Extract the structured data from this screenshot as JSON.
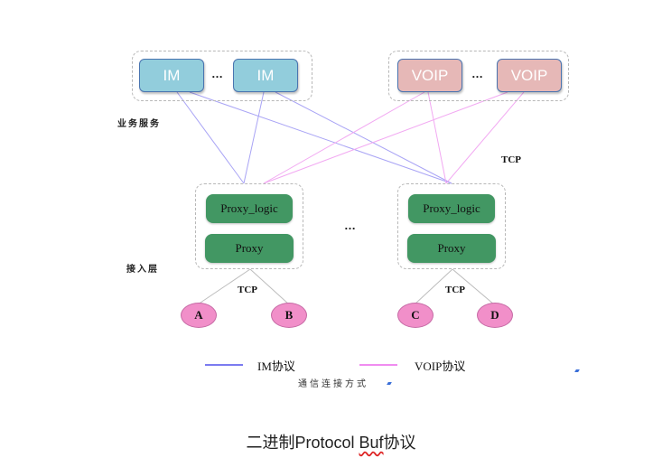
{
  "diagram": {
    "service_layer": {
      "label": "业务服务",
      "im_group": {
        "nodes": [
          "IM",
          "IM"
        ],
        "ellipsis": "…"
      },
      "voip_group": {
        "nodes": [
          "VOIP",
          "VOIP"
        ],
        "ellipsis": "…"
      }
    },
    "access_layer": {
      "label": "接入层",
      "proxy_groups": [
        {
          "logic_label": "Proxy_logic",
          "proxy_label": "Proxy"
        },
        {
          "logic_label": "Proxy_logic",
          "proxy_label": "Proxy"
        }
      ],
      "ellipsis": "…"
    },
    "clients": [
      {
        "label": "A",
        "group": 0
      },
      {
        "label": "B",
        "group": 0
      },
      {
        "label": "C",
        "group": 1
      },
      {
        "label": "D",
        "group": 1
      }
    ],
    "tcp_labels": {
      "upper": "TCP",
      "left_clients": "TCP",
      "right_clients": "TCP"
    },
    "connections": {
      "im": [
        {
          "from": "im-0",
          "to": "proxy-0"
        },
        {
          "from": "im-0",
          "to": "proxy-1"
        },
        {
          "from": "im-1",
          "to": "proxy-0"
        },
        {
          "from": "im-1",
          "to": "proxy-1"
        }
      ],
      "voip": [
        {
          "from": "voip-0",
          "to": "proxy-0"
        },
        {
          "from": "voip-0",
          "to": "proxy-1"
        },
        {
          "from": "voip-1",
          "to": "proxy-0"
        },
        {
          "from": "voip-1",
          "to": "proxy-1"
        }
      ],
      "tcp": [
        {
          "from": "proxy-0",
          "to": "client-A"
        },
        {
          "from": "proxy-0",
          "to": "client-B"
        },
        {
          "from": "proxy-1",
          "to": "client-C"
        },
        {
          "from": "proxy-1",
          "to": "client-D"
        }
      ]
    },
    "legend": {
      "items": [
        {
          "label": "IM协议",
          "color": "#7b7bf0"
        },
        {
          "label": "VOIP协议",
          "color": "#f08cf0"
        }
      ],
      "title": "通信连接方式"
    },
    "colors": {
      "im_node": "#92cddc",
      "voip_node": "#e6b8b7",
      "proxy_node": "#429763",
      "client_node": "#f18fc9",
      "im_line": "#a9a4f5",
      "voip_line": "#f2a9f2",
      "tcp_line": "#bdbdbd"
    }
  },
  "caption": {
    "prefix": "二进制Protocol ",
    "underlined": "Buf",
    "suffix": "协议"
  }
}
